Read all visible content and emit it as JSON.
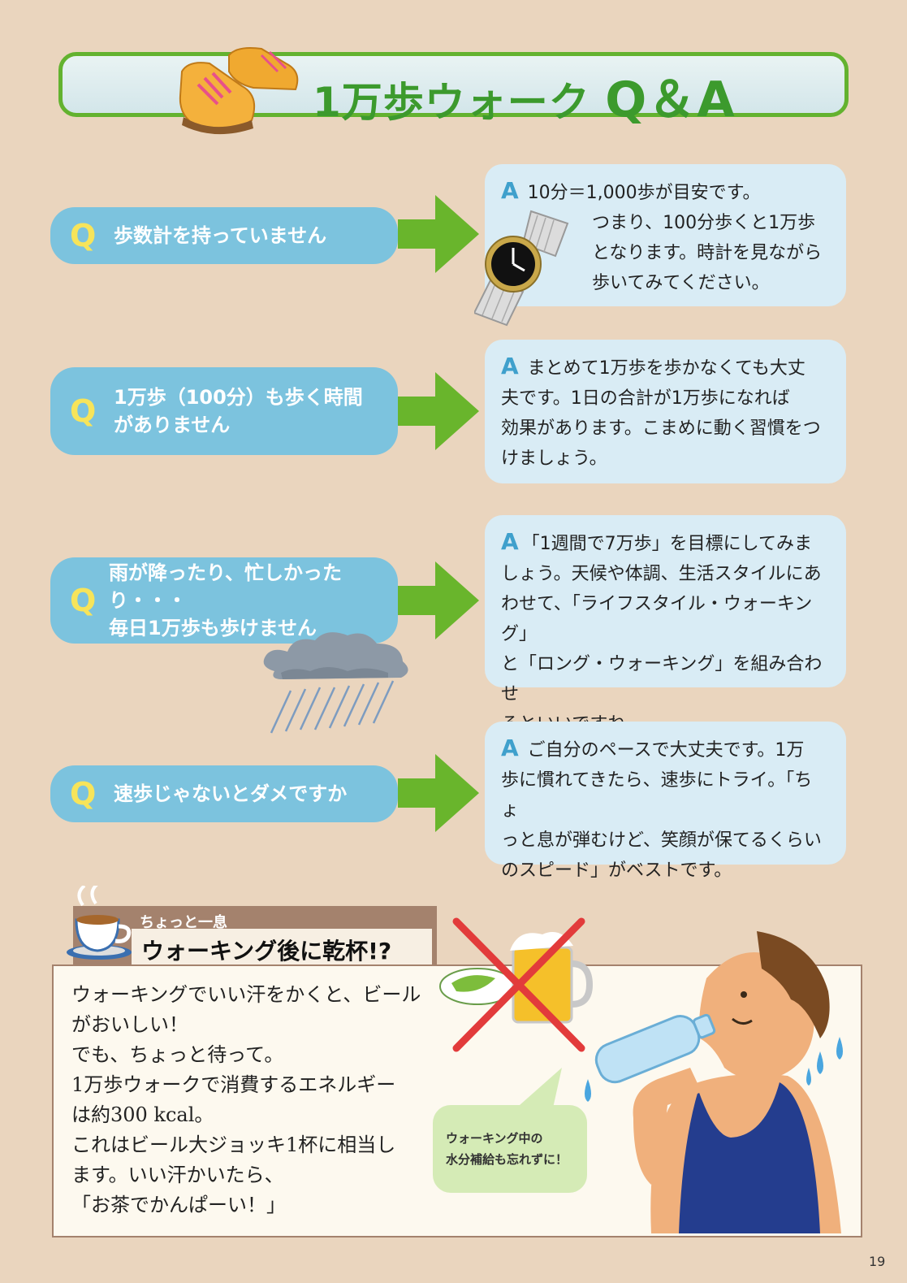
{
  "header": {
    "title": "1万歩ウォーク",
    "title_qa": "Q＆A"
  },
  "qa": [
    {
      "q_letter": "Q",
      "q_lines": [
        "歩数計を持っていません"
      ],
      "a_letter": "A",
      "a_lines": [
        "10分＝1,000歩が目安です。",
        "つまり、100分歩くと1万歩",
        "となります。時計を見ながら",
        "歩いてみてください。"
      ]
    },
    {
      "q_letter": "Q",
      "q_lines": [
        "1万歩（100分）も歩く時間",
        "がありません"
      ],
      "a_letter": "A",
      "a_lines": [
        "まとめて1万歩を歩かなくても大丈",
        "夫です。1日の合計が1万歩になれば",
        "効果があります。こまめに動く習慣をつ",
        "けましょう。"
      ]
    },
    {
      "q_letter": "Q",
      "q_lines": [
        "雨が降ったり、忙しかったり・・・",
        "毎日1万歩も歩けません"
      ],
      "a_letter": "A",
      "a_lines": [
        "「1週間で7万歩」を目標にしてみま",
        "しょう。天候や体調、生活スタイルにあ",
        "わせて、「ライフスタイル・ウォーキング」",
        "と「ロング・ウォーキング」を組み合わせ",
        "るといいですね。"
      ]
    },
    {
      "q_letter": "Q",
      "q_lines": [
        "速歩じゃないとダメですか"
      ],
      "a_letter": "A",
      "a_lines": [
        "ご自分のペースで大丈夫です。1万",
        "歩に慣れてきたら、速歩にトライ。「ちょ",
        "っと息が弾むけど、笑顔が保てるくらい",
        "のスピード」がベストです。"
      ]
    }
  ],
  "break": {
    "label": "ちょっと一息",
    "heading": "ウォーキング後に乾杯!?",
    "lines": [
      "ウォーキングでいい汗をかくと、ビール",
      "がおいしい！",
      "でも、ちょっと待って。",
      "1万歩ウォークで消費するエネルギー",
      "は約300 kcal。",
      "これはビール大ジョッキ1杯に相当し",
      "ます。いい汗かいたら、",
      "「お茶でかんぱーい！」"
    ],
    "speech_lines": [
      "ウォーキング中の",
      "水分補給も忘れずに！"
    ]
  },
  "page_number": "19",
  "colors": {
    "green": "#63b22f",
    "q_blue": "#7cc3de",
    "a_blue": "#d9ecf5",
    "background": "#ead5be"
  }
}
